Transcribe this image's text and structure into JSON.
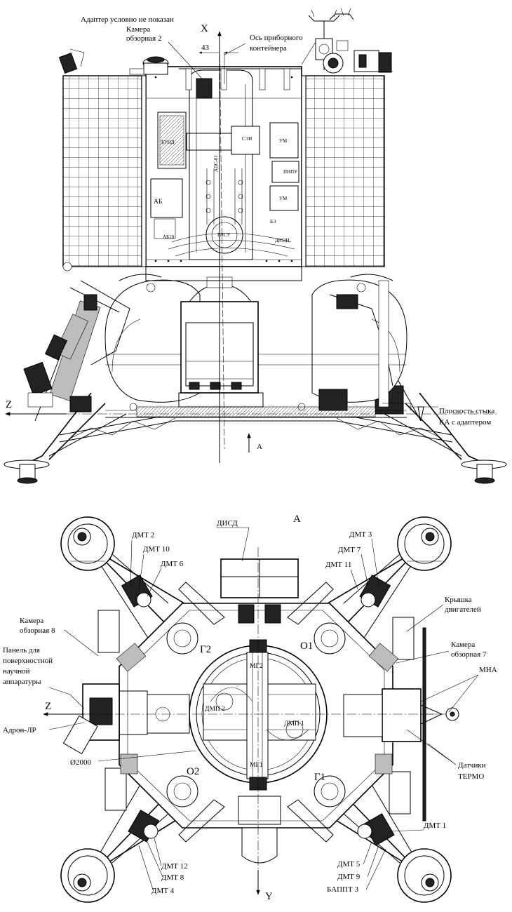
{
  "side_view": {
    "note_adapter": "Адаптер условно не показан",
    "camera_2_line1": "Камера",
    "camera_2_line2": "обзорная 2",
    "axis_x": "X",
    "axis_z": "Z",
    "offset_value": "43",
    "container_axis_line1": "Ось приборного",
    "container_axis_line2": "контейнера",
    "plane_line1": "Плоскость стыка",
    "plane_line2": "КА с адаптером",
    "view_marker": "A",
    "inner_labels": [
      "БУНД",
      "АБ",
      "АДС-01",
      "УМ",
      "УМ",
      "ПНПУ",
      "СЭИ",
      "РИСУ",
      "ДЮЗИ",
      "АБ10",
      "БЭ"
    ]
  },
  "top_view": {
    "title": "A",
    "axis_z": "Z",
    "axis_y": "Y",
    "dmt_2": "ДМТ 2",
    "dmt_10": "ДМТ 10",
    "dmt_6": "ДМТ 6",
    "disd": "ДИСД",
    "dmt_3": "ДМТ 3",
    "dmt_7": "ДМТ 7",
    "dmt_11": "ДМТ 11",
    "cover_line1": "Крышка",
    "cover_line2": "двигателей",
    "camera_8_line1": "Камера",
    "camera_8_line2": "обзорная 8",
    "panel_line1": "Панель для",
    "panel_line2": "поверхностной",
    "panel_line3": "научной",
    "panel_line4": "аппаратуры",
    "camera_7_line1": "Камера",
    "camera_7_line2": "обзорная 7",
    "mna": "МНА",
    "adron": "Адрон-ЛР",
    "diameter": "Ø2000",
    "sensors_line1": "Датчики",
    "sensors_line2": "ТЕРМО",
    "dmt_1": "ДМТ 1",
    "dmt_5": "ДМТ 5",
    "dmt_9": "ДМТ 9",
    "bappt": "БАППТ 3",
    "dmt_12": "ДМТ 12",
    "dmt_8": "ДМТ 8",
    "dmt_4": "ДМТ 4",
    "g2": "Г2",
    "o1": "О1",
    "o2": "О2",
    "g1": "Г1",
    "mg2": "МГ2",
    "mg1": "МГ1",
    "dmp2": "ДМП 2",
    "dmp1": "ДМП 1"
  }
}
